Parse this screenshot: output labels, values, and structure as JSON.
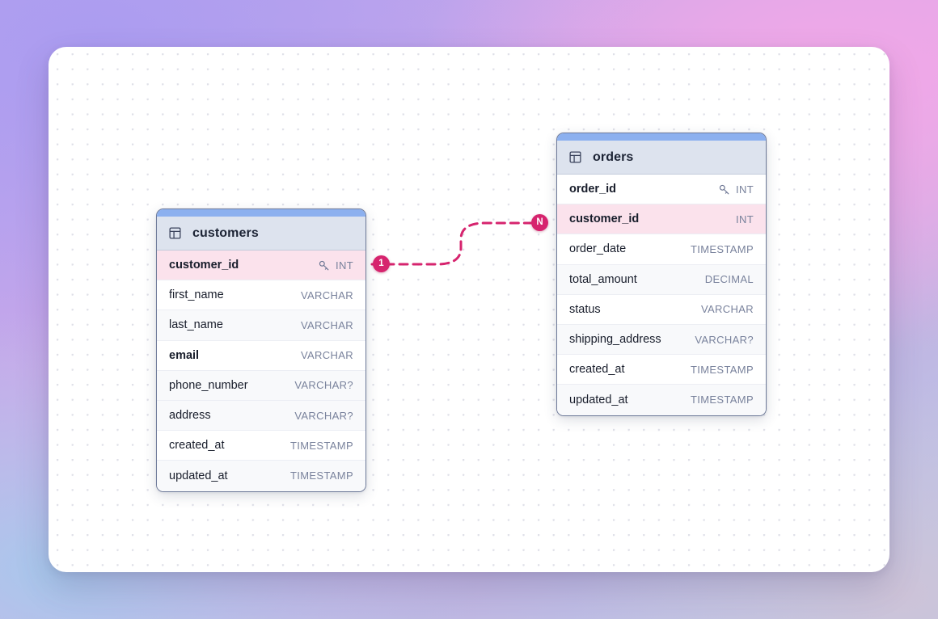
{
  "theme": {
    "accent_blue": "#8cb0ef",
    "header_bg": "#dde3ee",
    "relation_pink": "#d6246e",
    "highlight_row": "#fbe2ec",
    "border": "#6e7a99",
    "canvas_bg": "#ffffff"
  },
  "diagram": {
    "type": "er-diagram",
    "tables": [
      {
        "name": "customers",
        "icon": "table-icon",
        "fields": [
          {
            "name": "customer_id",
            "type": "INT",
            "key": "primary-key",
            "bold": true,
            "highlighted": true
          },
          {
            "name": "first_name",
            "type": "VARCHAR",
            "key": null,
            "bold": false,
            "highlighted": false
          },
          {
            "name": "last_name",
            "type": "VARCHAR",
            "key": null,
            "bold": false,
            "highlighted": false
          },
          {
            "name": "email",
            "type": "VARCHAR",
            "key": null,
            "bold": true,
            "highlighted": false
          },
          {
            "name": "phone_number",
            "type": "VARCHAR?",
            "key": null,
            "bold": false,
            "highlighted": false
          },
          {
            "name": "address",
            "type": "VARCHAR?",
            "key": null,
            "bold": false,
            "highlighted": false
          },
          {
            "name": "created_at",
            "type": "TIMESTAMP",
            "key": null,
            "bold": false,
            "highlighted": false
          },
          {
            "name": "updated_at",
            "type": "TIMESTAMP",
            "key": null,
            "bold": false,
            "highlighted": false
          }
        ]
      },
      {
        "name": "orders",
        "icon": "table-icon",
        "fields": [
          {
            "name": "order_id",
            "type": "INT",
            "key": "primary-key",
            "bold": true,
            "highlighted": false
          },
          {
            "name": "customer_id",
            "type": "INT",
            "key": null,
            "bold": true,
            "highlighted": true
          },
          {
            "name": "order_date",
            "type": "TIMESTAMP",
            "key": null,
            "bold": false,
            "highlighted": false
          },
          {
            "name": "total_amount",
            "type": "DECIMAL",
            "key": null,
            "bold": false,
            "highlighted": false
          },
          {
            "name": "status",
            "type": "VARCHAR",
            "key": null,
            "bold": false,
            "highlighted": false
          },
          {
            "name": "shipping_address",
            "type": "VARCHAR?",
            "key": null,
            "bold": false,
            "highlighted": false
          },
          {
            "name": "created_at",
            "type": "TIMESTAMP",
            "key": null,
            "bold": false,
            "highlighted": false
          },
          {
            "name": "updated_at",
            "type": "TIMESTAMP",
            "key": null,
            "bold": false,
            "highlighted": false
          }
        ]
      }
    ],
    "relationship": {
      "from_table": "customers",
      "from_field": "customer_id",
      "to_table": "orders",
      "to_field": "customer_id",
      "source_cardinality": "1",
      "target_cardinality": "N",
      "style": "dashed",
      "color": "#d6246e"
    }
  }
}
